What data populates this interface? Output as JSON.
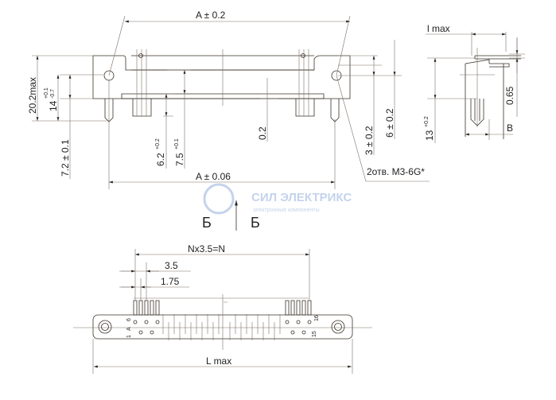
{
  "top_view": {
    "dim_a_02": "A ±  0.2",
    "dim_a_006": "A ±  0.06",
    "dim_202": "20.2max",
    "dim_14": "14",
    "tol_14_plus": "+0.1",
    "tol_14_minus": "-0.7",
    "dim_72": "7.2  ±  0.1",
    "dim_62": "6.2",
    "tol_62": "+0.2",
    "dim_75": "7.5",
    "tol_75": "+0.1",
    "dim_02": "0.2",
    "dim_3": "3 ±  0.2",
    "dim_6": "6  ±  0.2",
    "holes_note": "2отв. M3-6G*"
  },
  "section": {
    "left": "Б",
    "right": "Б"
  },
  "side_view": {
    "dim_lmax": "l max",
    "dim_065": "0.65",
    "dim_13": "13",
    "tol_13": "+0.2",
    "dim_b": "B"
  },
  "bottom_view": {
    "dim_pitch": "Nx3.5=N",
    "dim_35": "3.5",
    "dim_175": "1.75",
    "dim_lmax": "L max",
    "pin_1": "1",
    "pin_6": "6",
    "pin_a": "A",
    "pin_16": "16",
    "pin_15": "15"
  },
  "watermark": {
    "name": "СИЛ ЭЛЕКТРИКС",
    "sub": "электронные компоненты"
  }
}
